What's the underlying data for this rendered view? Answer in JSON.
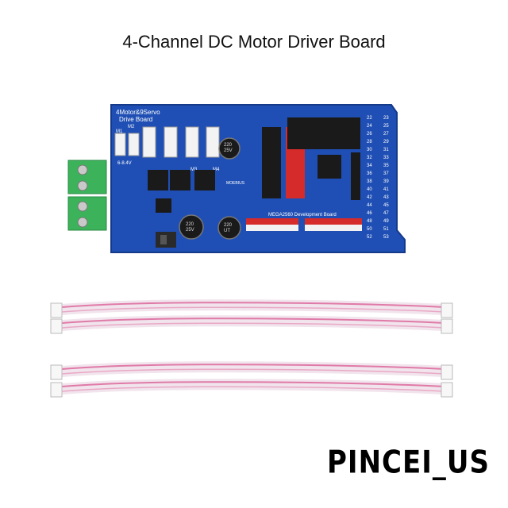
{
  "title": "4-Channel DC Motor Driver Board",
  "brand": "PINCEI_US",
  "board": {
    "name_line1": "4Motor&9Servo",
    "name_line2": "Drive Board",
    "dev_board": "MEGA2560 Development Board",
    "voltage": "6-8.4V",
    "cap_value_a": "220",
    "cap_value_b": "25V",
    "cap_value_c": "UT",
    "logo": "MOEBIUS",
    "motor_labels": [
      "M1",
      "M2",
      "M3",
      "M4"
    ],
    "header_numbers_right": [
      "22",
      "24",
      "26",
      "28",
      "30",
      "32",
      "34",
      "36",
      "38",
      "40",
      "42",
      "44",
      "46",
      "48",
      "50",
      "52"
    ],
    "header_numbers_far": [
      "23",
      "25",
      "27",
      "29",
      "31",
      "33",
      "35",
      "37",
      "39",
      "41",
      "43",
      "45",
      "47",
      "49",
      "51",
      "53"
    ]
  },
  "colors": {
    "pcb": "#1f4fb4",
    "pcb_dark": "#163a8a",
    "terminal": "#3cb35a",
    "header_red": "#d62b2b",
    "header_black": "#1a1a1a",
    "cable_white": "#f4eef2",
    "cable_pink": "#e07aa8"
  }
}
